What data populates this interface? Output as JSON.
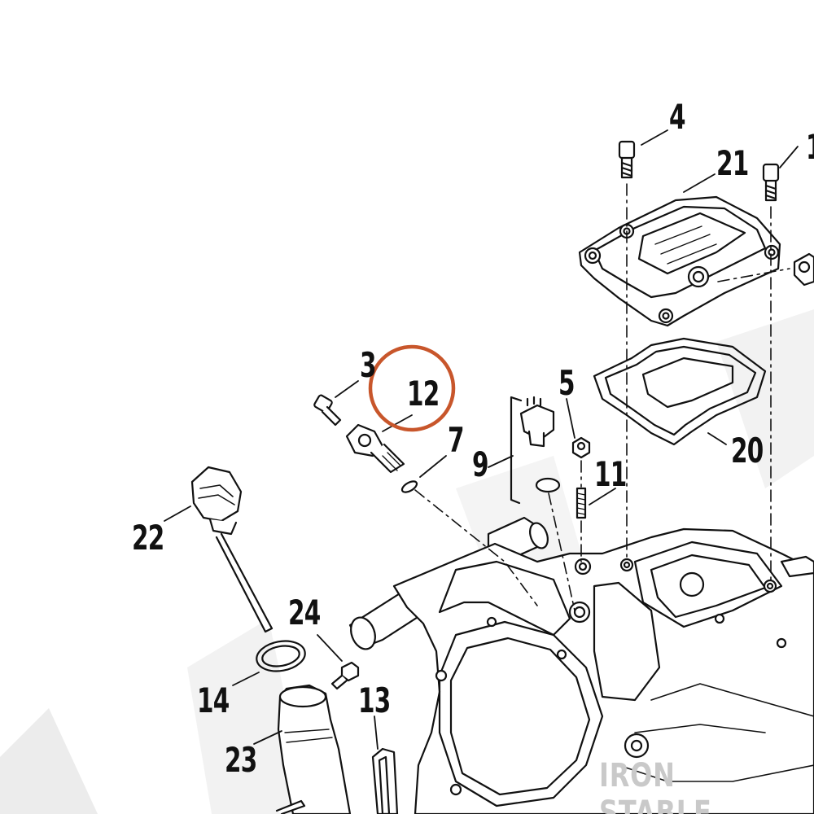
{
  "diagram": {
    "callouts": [
      {
        "id": "4",
        "label": "4"
      },
      {
        "id": "21",
        "label": "21"
      },
      {
        "id": "1",
        "label": "1"
      },
      {
        "id": "3",
        "label": "3"
      },
      {
        "id": "12",
        "label": "12"
      },
      {
        "id": "7",
        "label": "7"
      },
      {
        "id": "5",
        "label": "5"
      },
      {
        "id": "9",
        "label": "9"
      },
      {
        "id": "11",
        "label": "11"
      },
      {
        "id": "20",
        "label": "20"
      },
      {
        "id": "22",
        "label": "22"
      },
      {
        "id": "24",
        "label": "24"
      },
      {
        "id": "14",
        "label": "14"
      },
      {
        "id": "13",
        "label": "13"
      },
      {
        "id": "23",
        "label": "23"
      }
    ],
    "highlight": {
      "target": "12",
      "color": "#c8562b"
    },
    "watermark": {
      "text": "IRON STABLE",
      "color": "#c9c9c9"
    },
    "line_color": "#111111"
  }
}
